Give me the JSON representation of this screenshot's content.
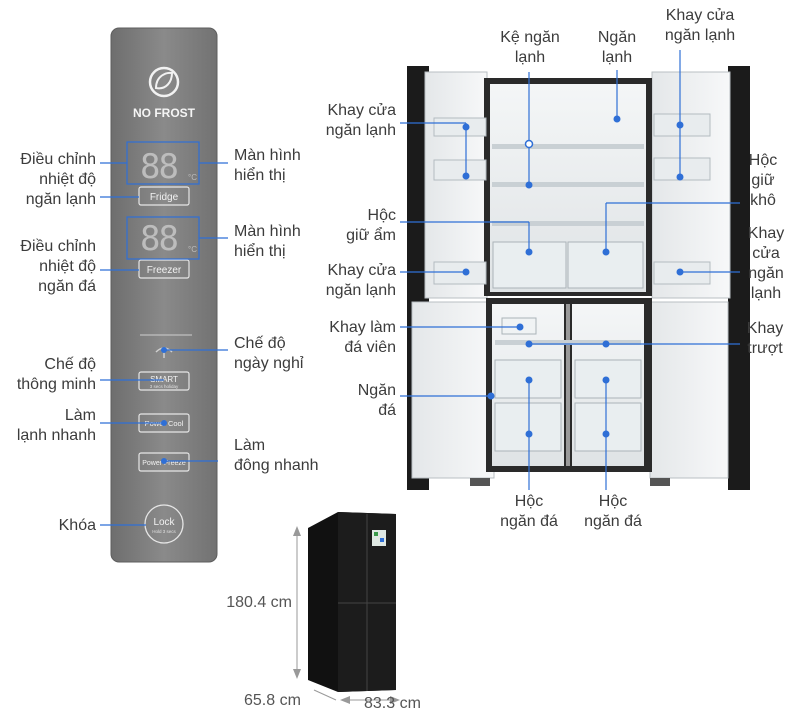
{
  "panel": {
    "brand": "NO FROST",
    "fridge_display": "88",
    "fridge_unit": "°C",
    "fridge_btn": "Fridge",
    "freezer_display": "88",
    "freezer_unit": "°C",
    "freezer_btn": "Freezer",
    "smart_btn": "SMART",
    "smart_sub": "3 secs holiday",
    "power_cool_btn": "Power Cool",
    "power_freeze_btn": "Power Freeze",
    "lock_btn": "Lock",
    "lock_sub": "Hold 3 secs"
  },
  "panel_labels": {
    "adj_fridge": "Điều chỉnh\nnhiệt độ\nngăn lạnh",
    "adj_freezer": "Điều chỉnh\nnhiệt độ\nngăn đá",
    "display1": "Màn hình\nhiển thị",
    "display2": "Màn hình\nhiển thị",
    "holiday": "Chế độ\nngày nghỉ",
    "smart": "Chế độ\nthông minh",
    "fast_cool": "Làm\nlạnh nhanh",
    "fast_freeze": "Làm\nđông nhanh",
    "lock": "Khóa"
  },
  "fridge_labels": {
    "shelf": "Kệ ngăn\nlạnh",
    "compartment": "Ngăn\nlạnh",
    "door_tray_top_right": "Khay cửa\nngăn lạnh",
    "door_tray_top_left": "Khay cửa\nngăn lạnh",
    "dry_drawer": "Hộc\ngiữ\nkhô",
    "humid_drawer": "Hộc\ngiữ ẩm",
    "door_tray_mid_left": "Khay cửa\nngăn lạnh",
    "door_tray_mid_right": "Khay\ncửa\nngăn\nlạnh",
    "ice_tray": "Khay làm\nđá viên",
    "sliding_tray": "Khay\ntrượt",
    "freezer": "Ngăn\nđá",
    "freezer_drawer_left": "Hộc\nngăn đá",
    "freezer_drawer_right": "Hộc\nngăn đá"
  },
  "dimensions": {
    "height": "180.4 cm",
    "depth": "65.8 cm",
    "width": "83.3 cm"
  },
  "colors": {
    "accent": "#2f6fd6",
    "panel": "#7a7a7a",
    "fridge_body": "#1a1a1a"
  }
}
